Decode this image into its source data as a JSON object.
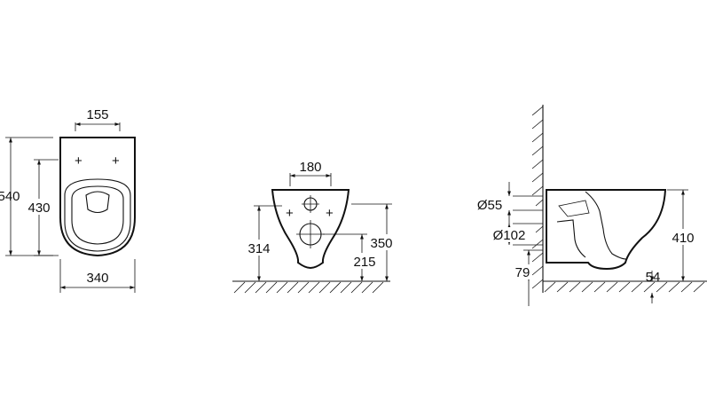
{
  "views": {
    "top": {
      "bolt_spacing": "155",
      "length": "540",
      "inner_length": "430",
      "width": "340"
    },
    "front": {
      "bolt_spacing": "180",
      "fixing_height": "314",
      "total_height": "350",
      "outlet_height": "215"
    },
    "side": {
      "inlet_diameter": "Ø55",
      "outlet_diameter": "Ø102",
      "outlet_offset": "79",
      "height": "410",
      "clearance": "54"
    }
  }
}
